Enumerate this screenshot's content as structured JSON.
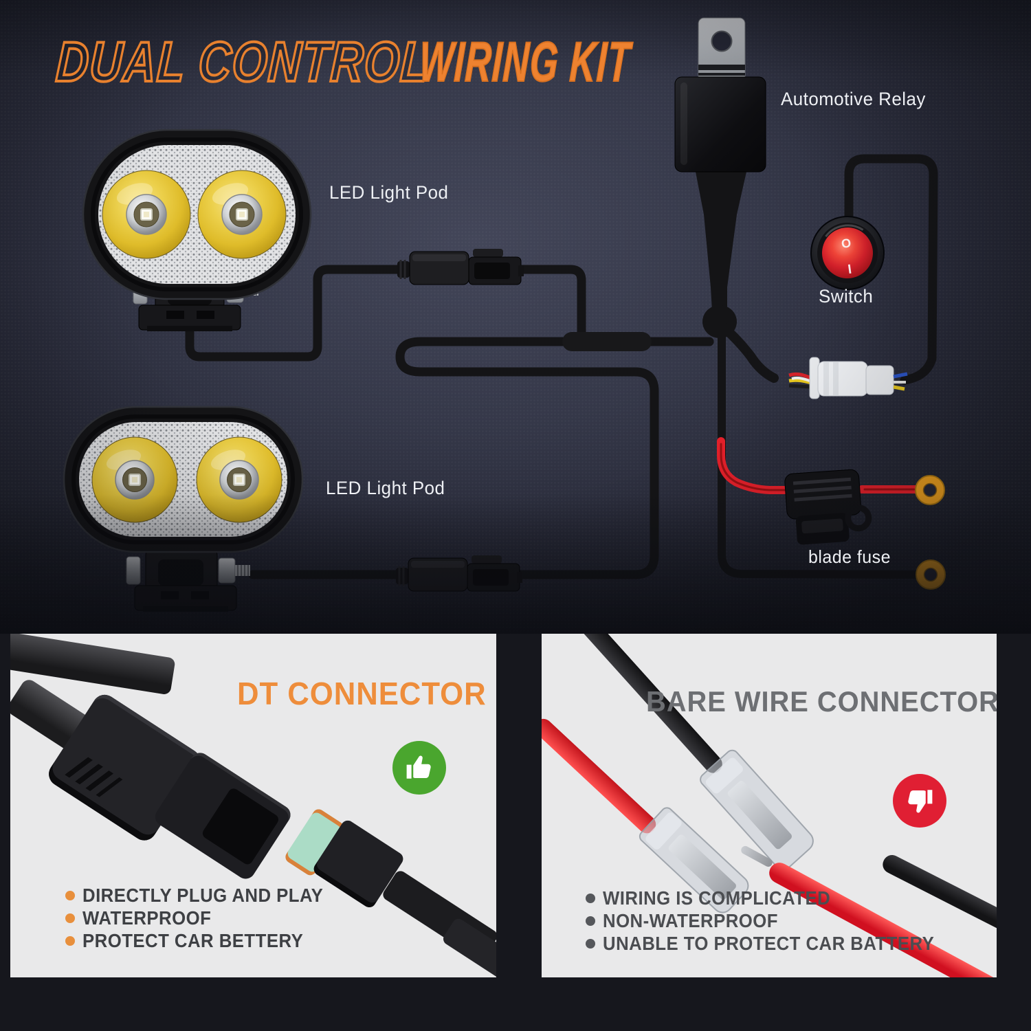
{
  "header": {
    "title_outline": "DUAL CONTROL",
    "title_solid": "WIRING KIT",
    "title_color": "#ee8230"
  },
  "diagram": {
    "relay_label": "Automotive Relay",
    "pod_top_label": "LED Light Pod",
    "pod_bottom_label": "LED Light Pod",
    "switch_label": "Switch",
    "fuse_label": "blade fuse",
    "switch_off_symbol": "O",
    "switch_on_symbol": "I",
    "colors": {
      "background": "#353849",
      "wire_black": "#141416",
      "power_wire_red": "#e6202a",
      "ring_terminal_yellow": "#f2a31e",
      "switch_red": "#e01c24",
      "label_text": "#eef0f4"
    }
  },
  "comparison": {
    "good": {
      "title": "DT CONNECTOR",
      "title_color": "#ee8d3b",
      "badge_color": "#4aa62e",
      "badge_icon": "thumbs-up",
      "points": [
        "DIRECTLY PLUG AND PLAY",
        "WATERPROOF",
        "PROTECT CAR BETTERY"
      ]
    },
    "bad": {
      "title": "BARE WIRE CONNECTOR",
      "title_color": "#6d6f73",
      "badge_color": "#e01f33",
      "badge_icon": "thumbs-down",
      "points": [
        "WIRING IS COMPLICATED",
        "NON-WATERPROOF",
        "UNABLE TO PROTECT CAR BATTERY"
      ]
    }
  }
}
